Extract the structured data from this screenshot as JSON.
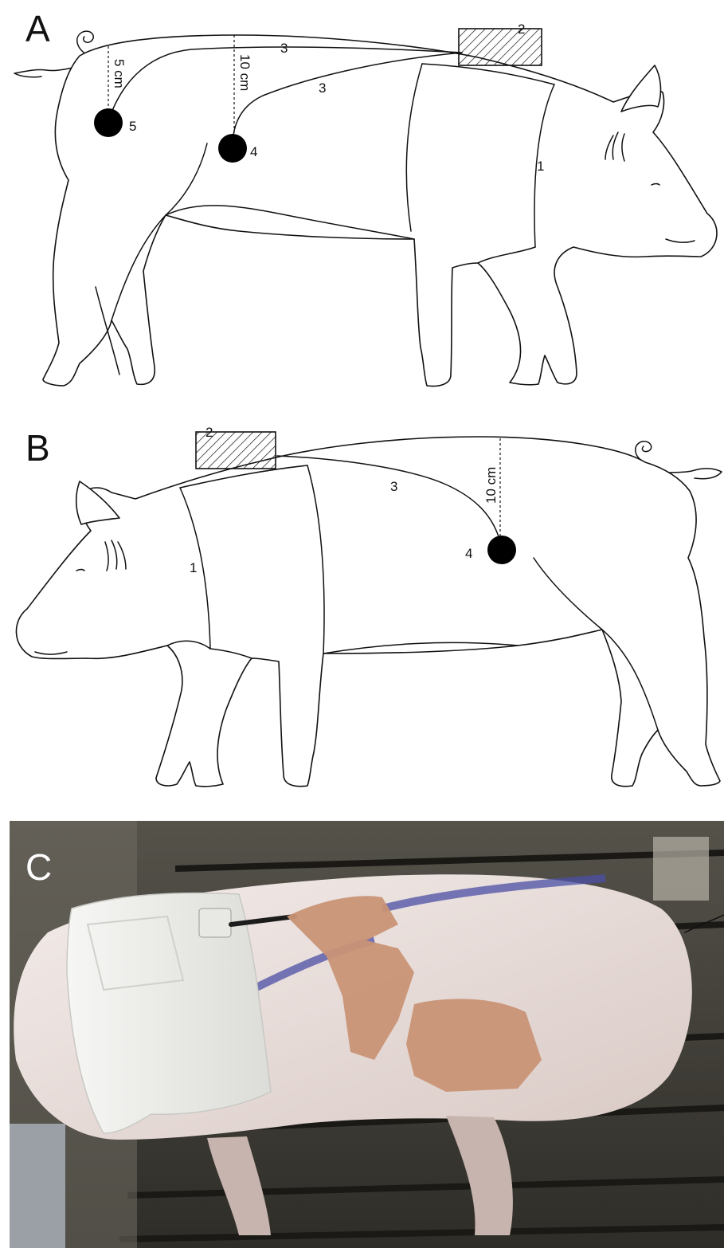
{
  "panels": {
    "a": {
      "letter": "A",
      "labels": {
        "vest": "1",
        "device": "2",
        "lead_upper": "3",
        "lead_lower": "3",
        "electrode_mid": "4",
        "electrode_rear": "5"
      },
      "distances": {
        "rear": "5 cm",
        "mid": "10 cm"
      }
    },
    "b": {
      "letter": "B",
      "labels": {
        "vest": "1",
        "device": "2",
        "lead": "3",
        "electrode": "4"
      },
      "distances": {
        "mid": "10 cm"
      }
    },
    "c": {
      "letter": "C"
    }
  },
  "colors": {
    "line": "#111111",
    "background": "#ffffff",
    "photo_letter": "#ffffff",
    "skin": "#e9ddd9",
    "tape": "#c99376",
    "marker": "#4b4fa6",
    "floor": "#3a3832"
  }
}
